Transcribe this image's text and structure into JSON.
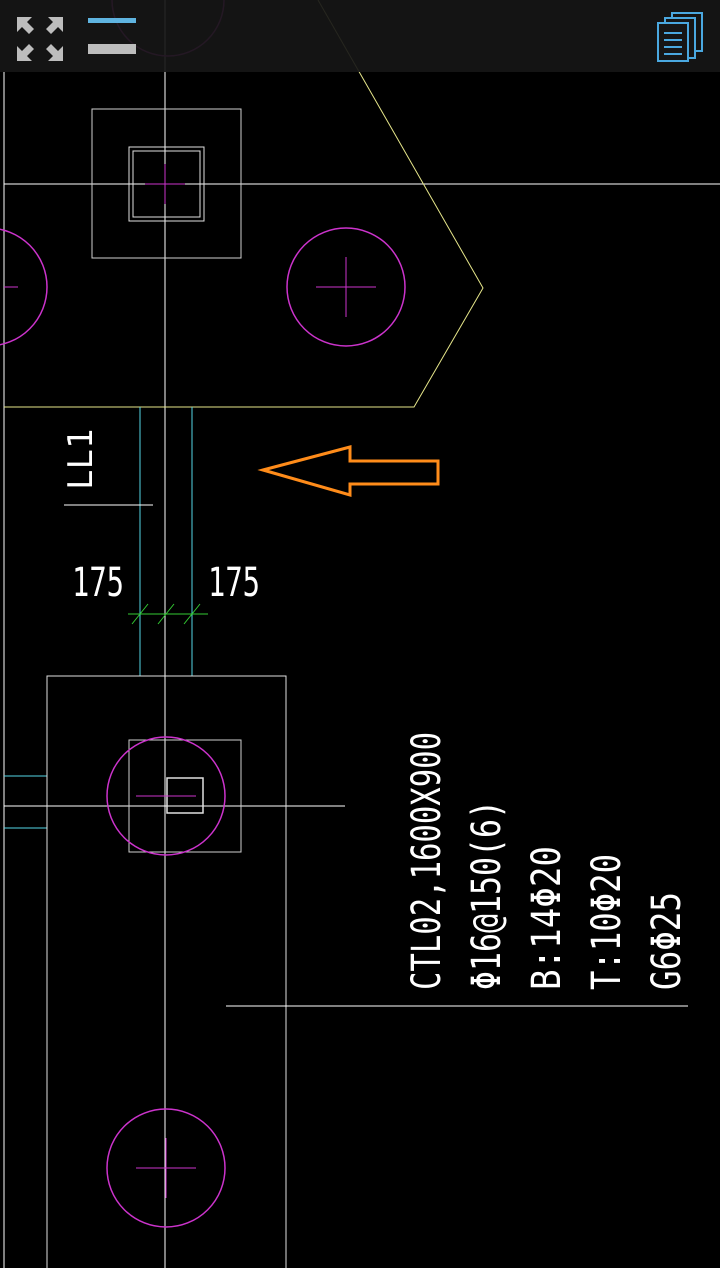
{
  "toolbar": {
    "fullscreen_icon": "fullscreen-icon",
    "layers_icon": "layers-toggle-icon",
    "documents_icon": "documents-stack-icon",
    "layer_colors": [
      "#5fb4e0",
      "#bdbdbd"
    ],
    "documents_color": "#4aa8e0"
  },
  "drawing": {
    "beam_label": "LL1",
    "dim_left": "175",
    "dim_right": "175",
    "cap_notes": [
      "CTL02,1600X900",
      "Φ16@150(6)",
      "B:14Φ20",
      "T:10Φ20",
      "G6Φ25"
    ],
    "colors": {
      "axis": "#ffffff",
      "pile": "#cc33cc",
      "cap_outline": "#e0e0e0",
      "beam": "#55d6e6",
      "hexagon": "#e6e68a",
      "dimension": "#33cc33",
      "arrow": "#ff8c1a"
    }
  }
}
